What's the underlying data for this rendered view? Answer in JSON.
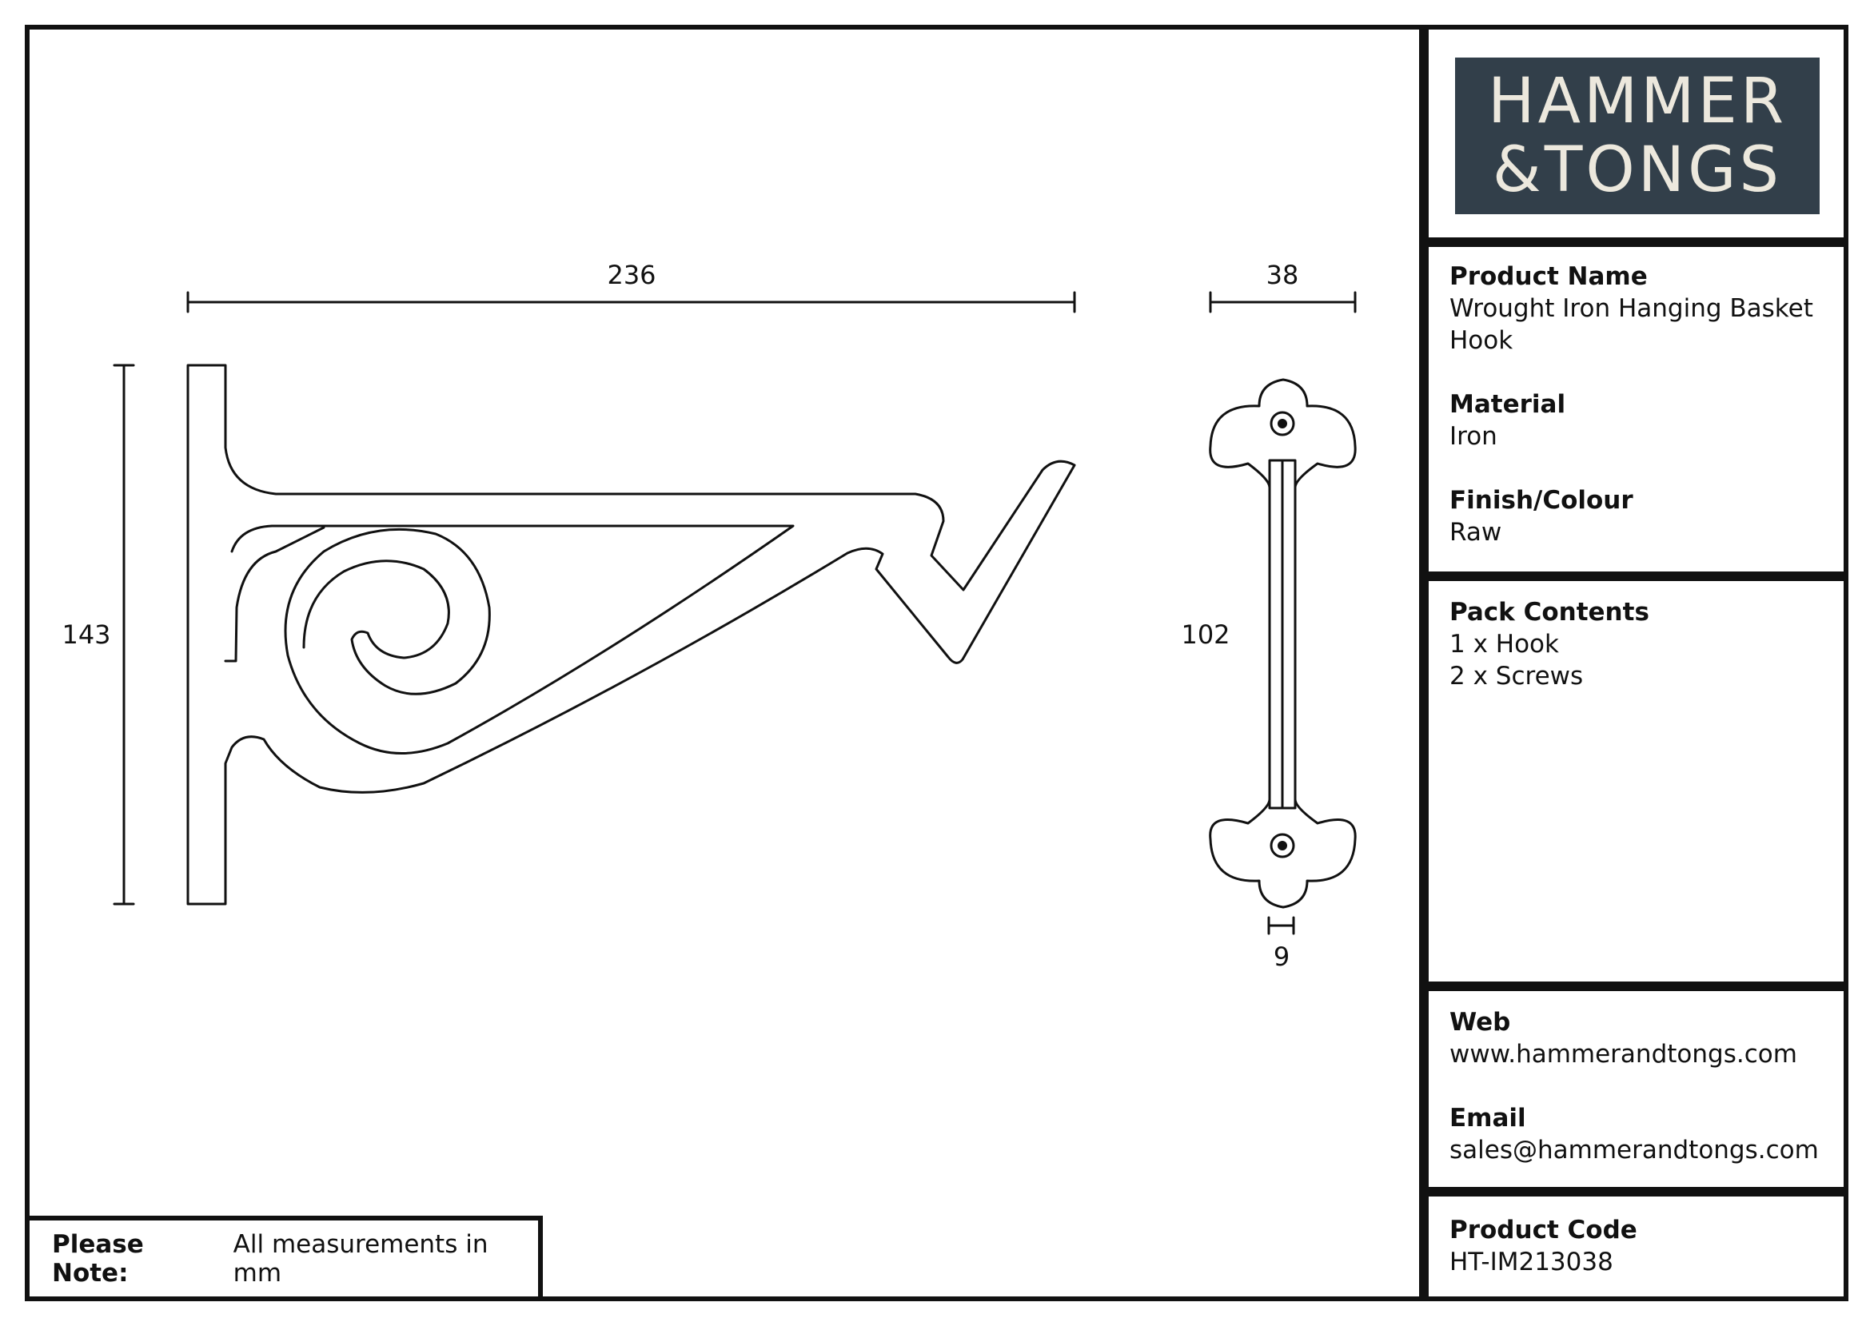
{
  "brand": {
    "logo_line1": "HAMMER",
    "logo_line2": "&TONGS",
    "logo_bg": "#323f4a",
    "logo_fg": "#ece8dd"
  },
  "dimensions": {
    "width": "236",
    "height": "143",
    "plate_width": "38",
    "plate_height": "102",
    "slot_width": "9"
  },
  "product": {
    "name_label": "Product Name",
    "name_value": "Wrought Iron Hanging Basket Hook",
    "material_label": "Material",
    "material_value": "Iron",
    "finish_label": "Finish/Colour",
    "finish_value": "Raw"
  },
  "pack": {
    "label": "Pack Contents",
    "items": [
      "1 x Hook",
      "2 x Screws"
    ]
  },
  "contact": {
    "web_label": "Web",
    "web_value": "www.hammerandtongs.com",
    "email_label": "Email",
    "email_value": "sales@hammerandtongs.com"
  },
  "code": {
    "label": "Product Code",
    "value": "HT-IM213038"
  },
  "note": {
    "label": "Please Note:",
    "text": "All measurements in mm"
  }
}
